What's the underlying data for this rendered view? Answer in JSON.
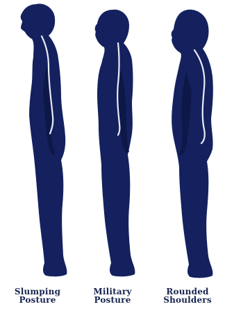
{
  "colors": {
    "silhouette": "#14215e",
    "spine": "#e8ecf6",
    "caption": "#16244f",
    "background": "#ffffff"
  },
  "figures": [
    {
      "id": "slumping",
      "label_line1": "Slumping",
      "label_line2": "Posture"
    },
    {
      "id": "military",
      "label_line1": "Military",
      "label_line2": "Posture"
    },
    {
      "id": "rounded",
      "label_line1": "Rounded",
      "label_line2": "Shoulders"
    }
  ]
}
